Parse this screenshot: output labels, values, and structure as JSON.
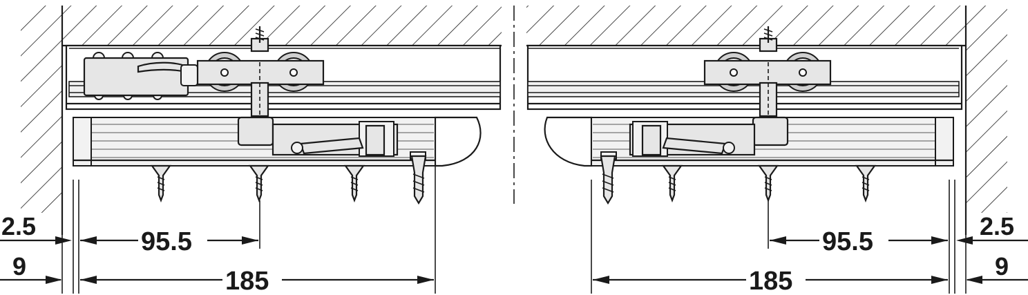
{
  "dimensions": {
    "left": {
      "gap": "2.5",
      "offset": "9",
      "screw_distance": "95.5",
      "length": "185"
    },
    "right": {
      "gap": "2.5",
      "offset": "9",
      "screw_distance": "95.5",
      "length": "185"
    }
  },
  "colors": {
    "ink": "#1a1a1a",
    "part_fill": "#e6e6e6",
    "part_light": "#f2f2f2",
    "slat": "#8a8a8a"
  }
}
